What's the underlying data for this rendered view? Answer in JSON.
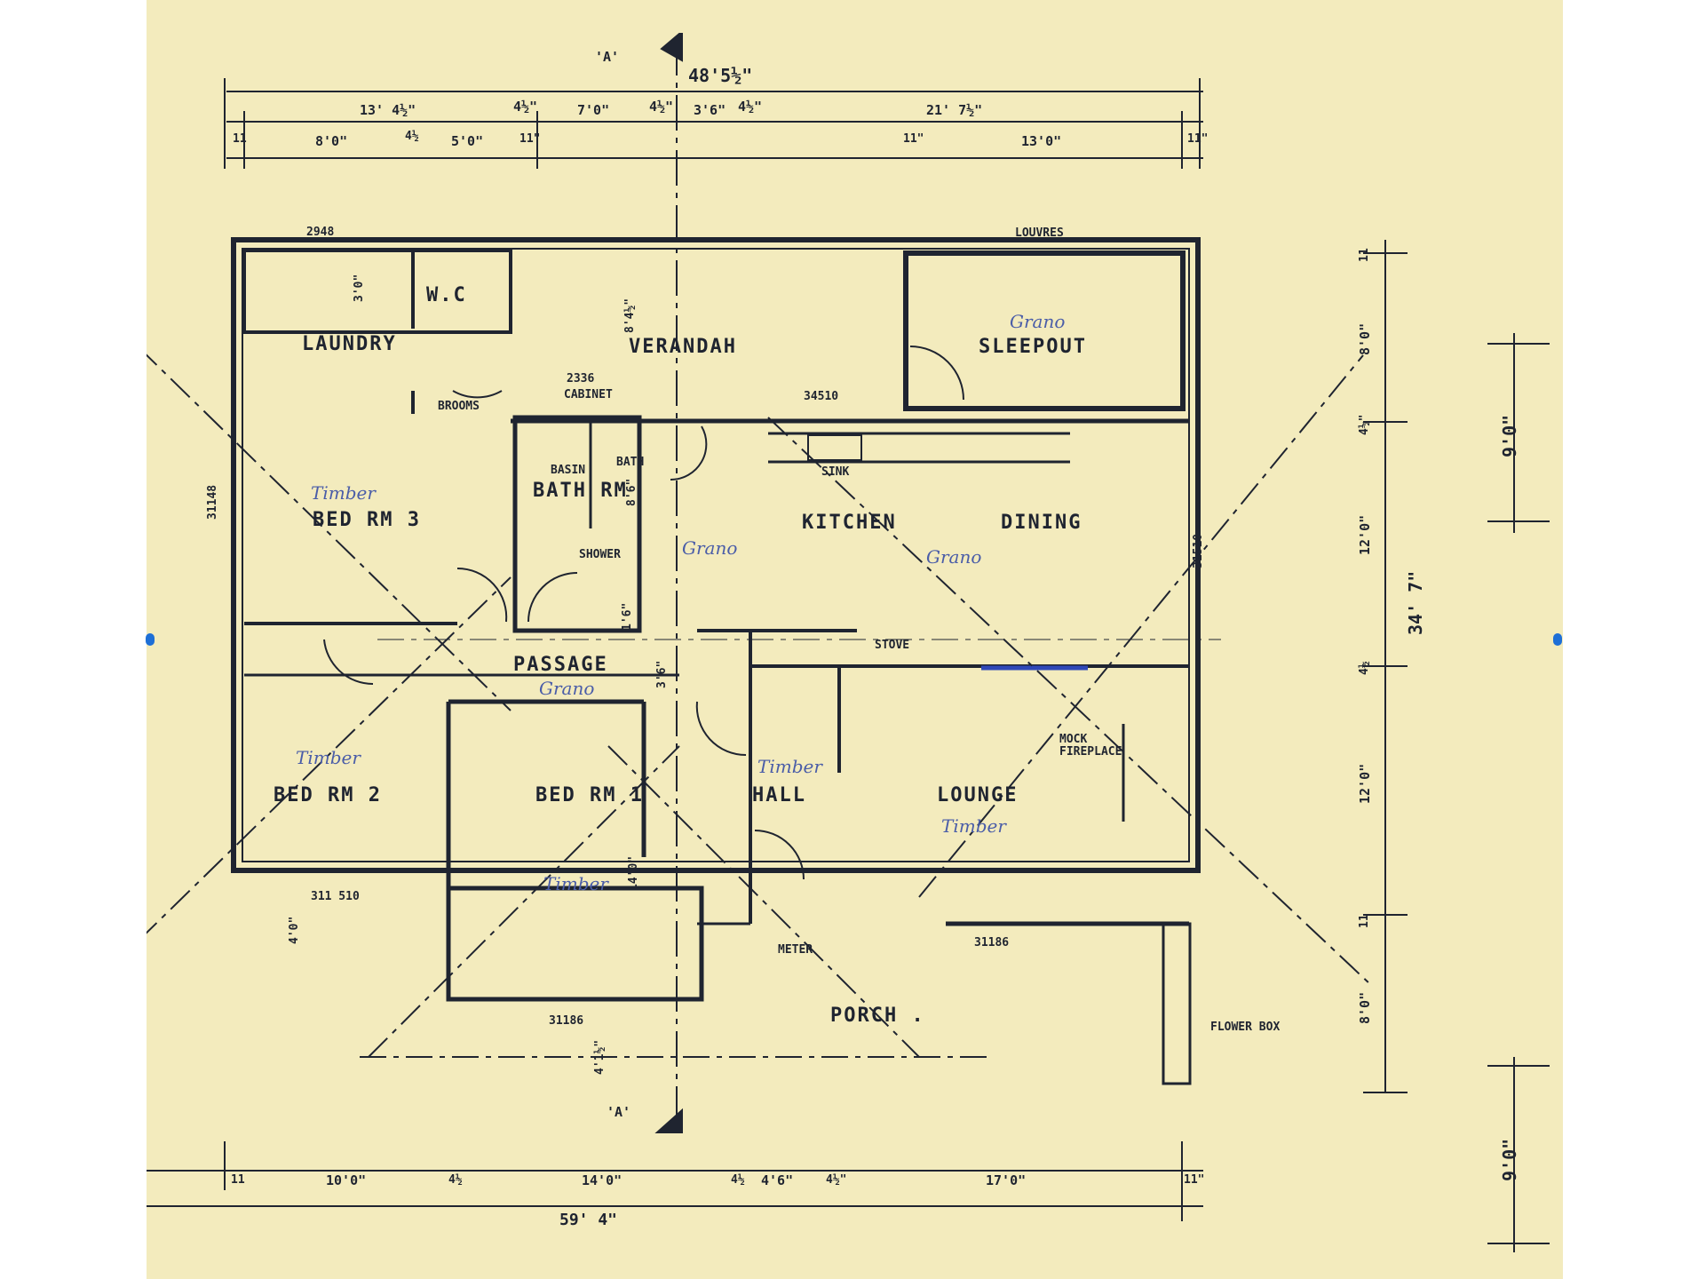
{
  "rooms": {
    "laundry": "LAUNDRY",
    "wc": "W.C",
    "verandah": "VERANDAH",
    "sleepout": "SLEEPOUT",
    "bath": "BATH RM",
    "kitchen": "KITCHEN",
    "dining": "DINING",
    "bed3": "BED RM 3",
    "passage": "PASSAGE",
    "bed2": "BED RM 2",
    "bed1": "BED RM 1",
    "hall": "HALL",
    "lounge": "LOUNGE",
    "porch": "PORCH ."
  },
  "labels": {
    "section_top": "'A'",
    "section_bottom": "'A'",
    "louvres": "LOUVRES",
    "brooms": "BROOMS",
    "cabinet": "CABINET",
    "basin": "BASIN",
    "bath": "BATH",
    "sink": "SINK",
    "shower": "SHOWER",
    "stove": "STOVE",
    "mock_fireplace_1": "MOCK",
    "mock_fireplace_2": "FIREPLACE",
    "meter": "METER",
    "flower_box": "FLOWER BOX"
  },
  "finishes": {
    "sleepout": "Grano",
    "bath": "Grano",
    "dining": "Grano",
    "bed3": "Timber",
    "passage": "Grano",
    "bed2": "Timber",
    "hall": "Timber",
    "lounge": "Timber",
    "bed1": "Timber"
  },
  "dimensions_top": {
    "overall": "48'5½\"",
    "d1": "13' 4½\"",
    "d2": "4½\"",
    "d3": "7'0\"",
    "d4": "4½\"",
    "d5": "3'6\"",
    "d6": "4½\"",
    "d7": "21' 7½\"",
    "e1": "11",
    "e2": "8'0\"",
    "e3": "4½",
    "e4": "5'0\"",
    "e5": "11\"",
    "e6": "11\"",
    "e7": "13'0\"",
    "e8": "11\""
  },
  "dimensions_right": {
    "r1": "11",
    "r2": "8'0\"",
    "r3": "4½\"",
    "r4": "12'0\"",
    "r5": "4½",
    "r6": "12'0\"",
    "r7": "11",
    "r8": "8'0\"",
    "overall": "34' 7\"",
    "eave_top": "9'0\"",
    "eave_bottom": "9'0\""
  },
  "dimensions_bottom": {
    "b1": "11",
    "b2": "10'0\"",
    "b3": "4½",
    "b4": "14'0\"",
    "b5": "4½",
    "b6": "4'6\"",
    "b7": "4½\"",
    "b8": "17'0\"",
    "b9": "11\"",
    "overall": "59' 4\""
  },
  "dimensions_inner": {
    "n2948": "2948",
    "n30": "3'0\"",
    "n2336": "2336",
    "n34510": "34510",
    "n31148": "31148",
    "n31510": "31510",
    "n8_4": "8'4½\"",
    "n86": "8'6\"",
    "n311510": "311 510",
    "n40": "4'0\"",
    "n31186a": "31186",
    "n31186b": "31186",
    "n140": "14'0\"",
    "n36": "3'6\"",
    "n16": "1'6\"",
    "n41_2": "4'1½\""
  }
}
